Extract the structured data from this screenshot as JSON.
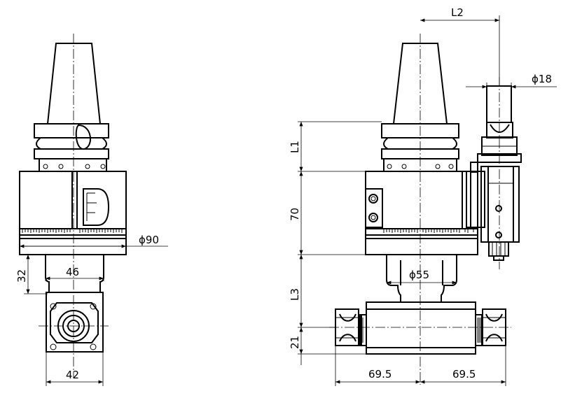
{
  "dimensions": {
    "dia90": "ϕ90",
    "dim46": "46",
    "dim32": "32",
    "dim42": "42",
    "L1": "L1",
    "dim70": "70",
    "L3": "L3",
    "dim21": "21",
    "L2": "L2",
    "dia18": "ϕ18",
    "dia55": "ϕ55",
    "dim69_left": "69.5",
    "dim69_right": "69.5"
  }
}
